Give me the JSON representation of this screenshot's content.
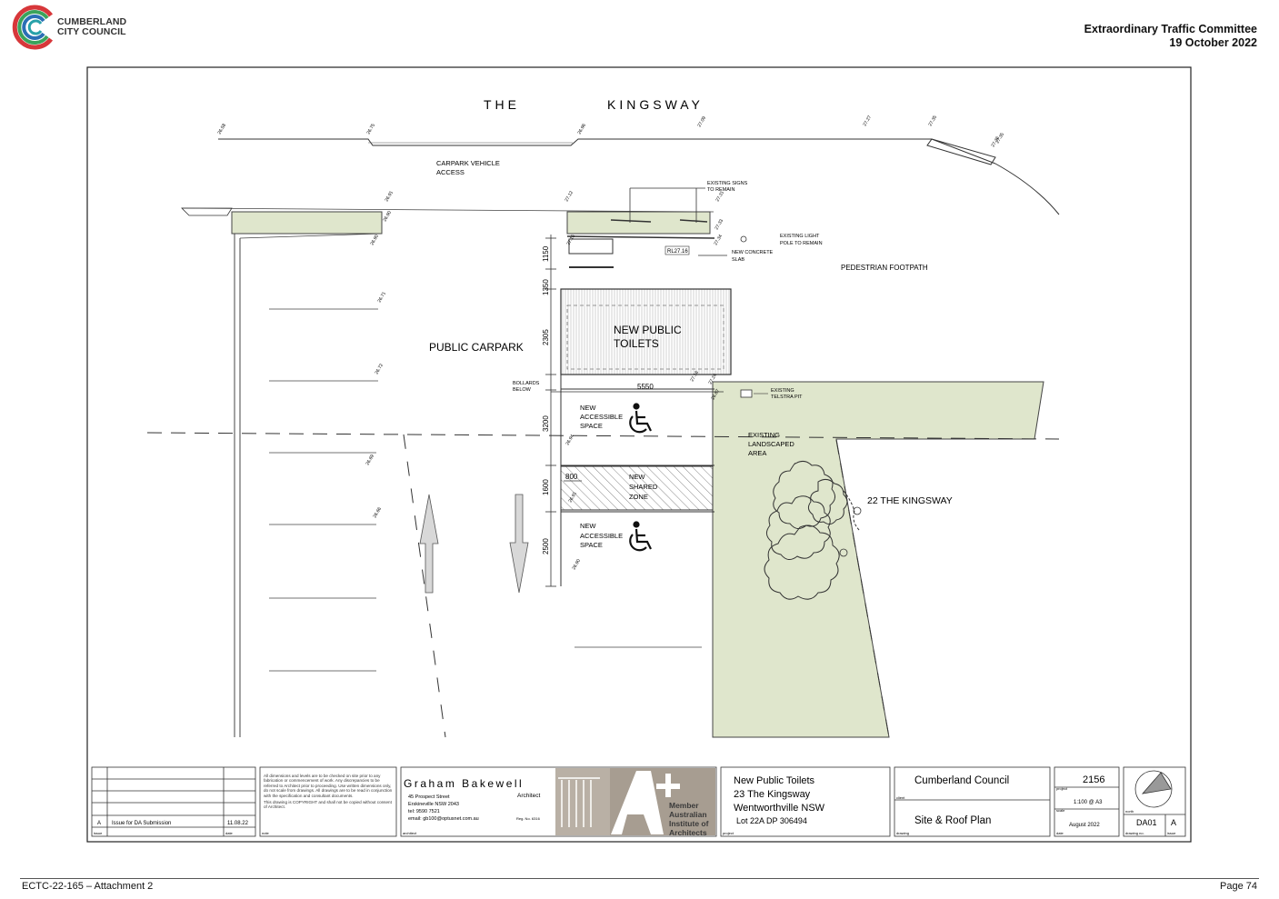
{
  "header": {
    "logo_line1": "CUMBERLAND",
    "logo_line2": "CITY COUNCIL",
    "committee_title": "Extraordinary Traffic Committee",
    "committee_date": "19 October 2022",
    "colors": {
      "logo_red": "#d7373a",
      "logo_green": "#3aa35b",
      "logo_blue": "#2a6fb5",
      "logo_teal": "#27a1a9"
    }
  },
  "plan": {
    "street_word1": "THE",
    "street_word2": "KINGSWAY",
    "carpark_vehicle_access_1": "CARPARK VEHICLE",
    "carpark_vehicle_access_2": "ACCESS",
    "existing_signs_1": "EXISTING SIGNS",
    "existing_signs_2": "TO REMAIN",
    "existing_light_1": "EXISTING LIGHT",
    "existing_light_2": "POLE TO REMAIN",
    "new_concrete_1": "NEW CONCRETE",
    "new_concrete_2": "SLAB",
    "rl_label": "RL27.16",
    "pedestrian_footpath": "PEDESTRIAN FOOTPATH",
    "public_carpark": "PUBLIC CARPARK",
    "toilets_1": "NEW PUBLIC",
    "toilets_2": "TOILETS",
    "bollards_1": "BOLLARDS",
    "bollards_2": "BELOW",
    "dim_5550": "5550",
    "dim_1150": "1150",
    "dim_1350": "1350",
    "dim_2305": "2305",
    "dim_3200": "3200",
    "dim_1600": "1600",
    "dim_2500": "2500",
    "dim_800": "800",
    "existing_telstra_1": "EXISTING",
    "existing_telstra_2": "TELSTRA PIT",
    "accessible_1_a": "NEW",
    "accessible_1_b": "ACCESSIBLE",
    "accessible_1_c": "SPACE",
    "shared_a": "NEW",
    "shared_b": "SHARED",
    "shared_c": "ZONE",
    "accessible_2_a": "NEW",
    "accessible_2_b": "ACCESSIBLE",
    "accessible_2_c": "SPACE",
    "landscaped_1": "EXISTING",
    "landscaped_2": "LANDSCAPED",
    "landscaped_3": "AREA",
    "neighbour": "22 THE KINGSWAY",
    "levels": [
      "26.58",
      "26.75",
      "26.96",
      "27.09",
      "27.27",
      "27.35",
      "27.36",
      "26.91",
      "26.90",
      "26.90",
      "27.12",
      "27.31",
      "27.33",
      "27.34",
      "27.15",
      "26.71",
      "26.72",
      "26.69",
      "26.66",
      "26.94",
      "26.91",
      "26.90",
      "27.16",
      "27.24",
      "26.87",
      "27.35"
    ],
    "colors": {
      "landscape": "#dfe6cc",
      "line": "#333333"
    }
  },
  "title_block": {
    "revision_id": "A",
    "revision_desc": "Issue for DA Submission",
    "revision_date": "11.08.22",
    "label_issue": "issue",
    "label_date": "date",
    "label_note": "note",
    "notes_text": "All dimensions and levels are to be checked on site prior to any fabrication or commencement of work. Any discrepancies to be referred to Architect prior to proceeding. Use written dimensions only, do not scale from drawings. All drawings are to be read in conjunction with the specification and consultant documents.",
    "copyright_text": "This drawing is COPYRIGHT and shall not be copied without consent of Architect.",
    "architect_name": "Graham Bakewell",
    "architect_title": "Architect",
    "architect_addr1": "45 Prospect Street",
    "architect_addr2": "Erskineville NSW 2043",
    "architect_tel": "tel: 9590 7521",
    "architect_email": "email: gb100@optusnet.com.au",
    "architect_reg": "Reg. No. 6316",
    "label_architect": "architect",
    "aia_1": "Member",
    "aia_2": "Australian",
    "aia_3": "Institute of",
    "aia_4": "Architects",
    "project_1": "New Public Toilets",
    "project_2": "23 The Kingsway",
    "project_3": "Wentworthville NSW",
    "project_4": "Lot 22A DP 306494",
    "label_project": "project",
    "client": "Cumberland Council",
    "label_client": "client",
    "drawing": "Site & Roof Plan",
    "label_drawing": "drawing",
    "project_no": "2156",
    "label_project_no": "project",
    "scale": "1:100 @ A3",
    "label_scale": "scale",
    "date": "August 2022",
    "label_date2": "date",
    "label_north": "north",
    "drawing_no": "DA01",
    "issue": "A",
    "label_drawing_no": "drawing no.",
    "label_issue2": "issue"
  },
  "footer": {
    "left": "ECTC-22-165 – Attachment 2",
    "right": "Page 74"
  }
}
